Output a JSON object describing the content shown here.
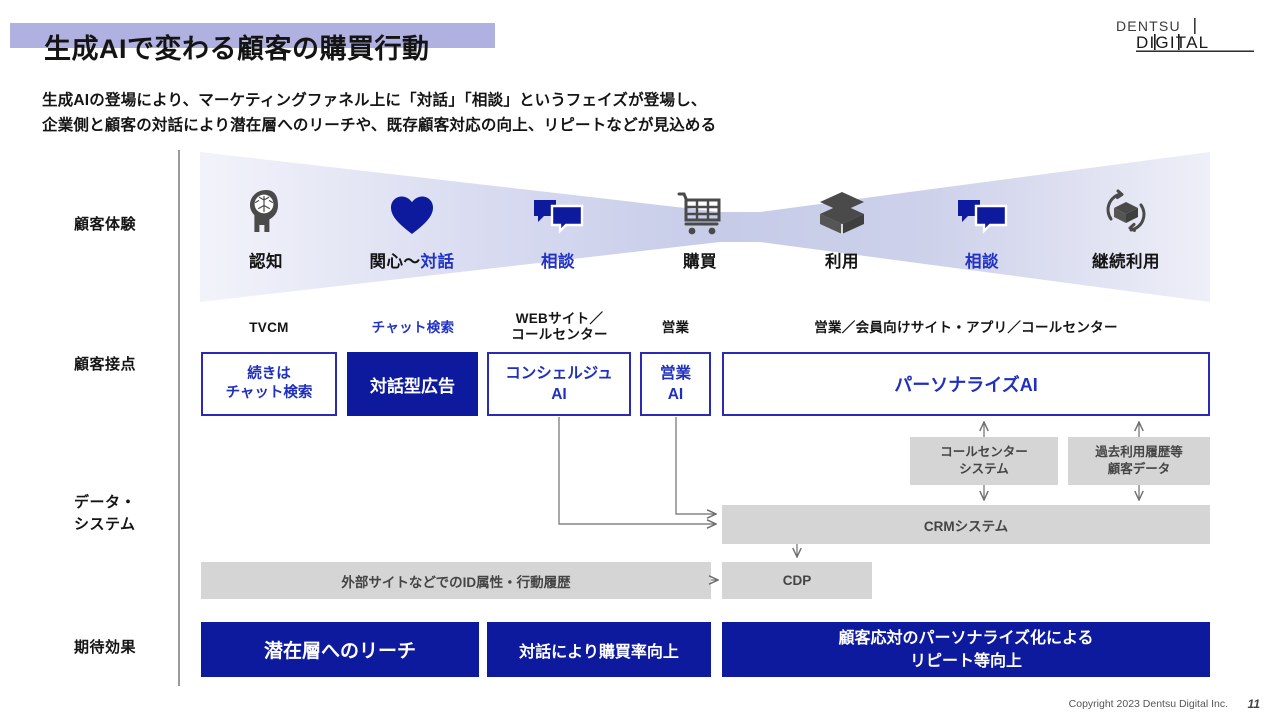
{
  "header": {
    "title": "生成AIで変わる顧客の購買行動",
    "subtitle_line1": "生成AIの登場により、マーケティングファネル上に「対話」「相談」というフェイズが登場し、",
    "subtitle_line2": "企業側と顧客の対話により潜在層へのリーチや、既存顧客対応の向上、リピートなどが見込める",
    "logo_line1": "DENTSU",
    "logo_line2": "DIGITAL"
  },
  "row_labels": {
    "customer_experience": "顧客体験",
    "customer_touchpoints": "顧客接点",
    "data_systems_line1": "データ・",
    "data_systems_line2": "システム",
    "expected_effects": "期待効果"
  },
  "funnel": {
    "stages": [
      {
        "label": "認知",
        "icon": "brain-head-icon",
        "accent": "dark"
      },
      {
        "label": "関心〜対話",
        "icon": "heart-icon",
        "accent": "mixed"
      },
      {
        "label": "相談",
        "icon": "chat-bubbles-icon",
        "accent": "blue"
      },
      {
        "label": "購買",
        "icon": "shopping-cart-icon",
        "accent": "dark"
      },
      {
        "label": "利用",
        "icon": "open-box-icon",
        "accent": "dark"
      },
      {
        "label": "相談",
        "icon": "chat-bubbles-icon",
        "accent": "blue"
      },
      {
        "label": "継続利用",
        "icon": "recycle-box-icon",
        "accent": "dark"
      }
    ]
  },
  "touchpoints": {
    "headers": [
      {
        "text": "TVCM",
        "accent": "dark"
      },
      {
        "text": "チャット検索",
        "accent": "blue"
      },
      {
        "text": "WEBサイト／",
        "text2": "コールセンター",
        "accent": "dark"
      },
      {
        "text": "営業",
        "accent": "dark"
      },
      {
        "text": "営業／会員向けサイト・アプリ／コールセンター",
        "accent": "dark"
      }
    ],
    "boxes": [
      {
        "line1": "続きは",
        "line2": "チャット検索",
        "style": "outline"
      },
      {
        "line1": "対話型広告",
        "style": "filled"
      },
      {
        "line1": "コンシェルジュ",
        "line2": "AI",
        "style": "outline"
      },
      {
        "line1": "営業",
        "line2": "AI",
        "style": "outline"
      },
      {
        "line1": "パーソナライズAI",
        "style": "outline"
      }
    ]
  },
  "data_systems": {
    "callcenter_line1": "コールセンター",
    "callcenter_line2": "システム",
    "history_line1": "過去利用履歴等",
    "history_line2": "顧客データ",
    "crm": "CRMシステム",
    "external": "外部サイトなどでのID属性・行動履歴",
    "cdp": "CDP"
  },
  "effects": [
    {
      "line1": "潜在層へのリーチ"
    },
    {
      "line1": "対話により購買率向上"
    },
    {
      "line1": "顧客応対のパーソナライズ化による",
      "line2": "リピート等向上"
    }
  ],
  "footer": {
    "copyright": "Copyright 2023 Dentsu Digital Inc.",
    "page": "11"
  },
  "colors": {
    "navy": "#0d1a9e",
    "blue_text": "#2233c4",
    "highlight": "#b0b1e0",
    "funnel_light": "#f2f3fa",
    "funnel_mid": "#ccd0ec",
    "gray_box": "#d5d5d5"
  }
}
